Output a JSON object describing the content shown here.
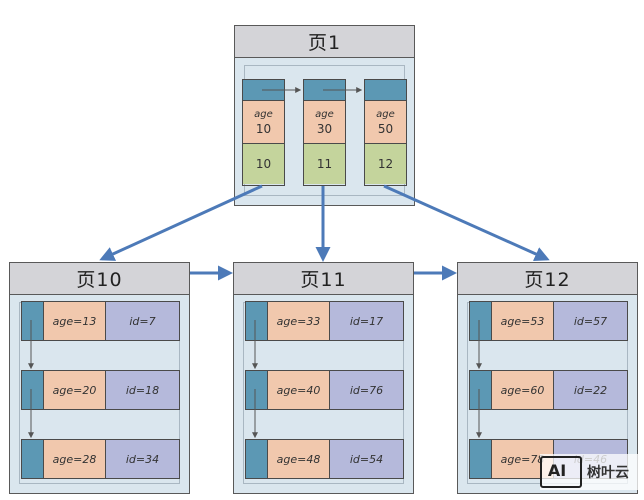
{
  "colors": {
    "page_bg": "#dae6ee",
    "header_bg": "#d4d4d8",
    "pointer": "#5c98b4",
    "key_cell": "#f1c8ad",
    "child_cell": "#c4d49c",
    "id_cell": "#b5b9db",
    "arrow": "#4d7ab8"
  },
  "root": {
    "title": "页1",
    "entries": [
      {
        "key_label": "age",
        "key_value": "10",
        "child": "10"
      },
      {
        "key_label": "age",
        "key_value": "30",
        "child": "11"
      },
      {
        "key_label": "age",
        "key_value": "50",
        "child": "12"
      }
    ]
  },
  "leaves": [
    {
      "title": "页10",
      "rows": [
        {
          "age": "age=13",
          "id": "id=7"
        },
        {
          "age": "age=20",
          "id": "id=18"
        },
        {
          "age": "age=28",
          "id": "id=34"
        }
      ]
    },
    {
      "title": "页11",
      "rows": [
        {
          "age": "age=33",
          "id": "id=17"
        },
        {
          "age": "age=40",
          "id": "id=76"
        },
        {
          "age": "age=48",
          "id": "id=54"
        }
      ]
    },
    {
      "title": "页12",
      "rows": [
        {
          "age": "age=53",
          "id": "id=57"
        },
        {
          "age": "age=60",
          "id": "id=22"
        },
        {
          "age": "age=78",
          "id": "id=46"
        }
      ]
    }
  ],
  "watermark": {
    "logo": "AI",
    "text": "树叶云",
    "icon": "ai-logo-icon"
  }
}
